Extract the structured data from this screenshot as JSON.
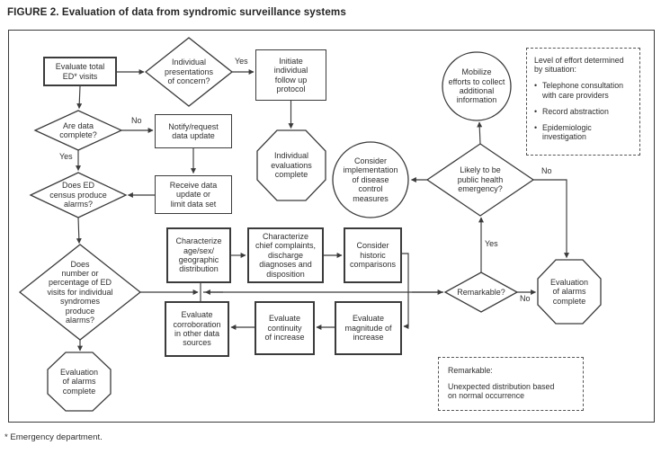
{
  "palette": {
    "ink": "#2e2e2e",
    "line": "#3b3b3b",
    "background": "#ffffff"
  },
  "figure": {
    "title": "FIGURE 2. Evaluation of data from syndromic surveillance systems",
    "footnote": "* Emergency department."
  },
  "nodes": {
    "evaluate_total": "Evaluate total\nED* visits",
    "individual_presentations": "Individual\npresentations\nof concern?",
    "initiate_followup": "Initiate\nindividual\nfollow up\nprotocol",
    "individual_evaluations_complete": "Individual\nevaluations\ncomplete",
    "are_data_complete": "Are data\ncomplete?",
    "notify_request": "Notify/request\ndata update",
    "receive_data": "Receive data\nupdate or\nlimit data set",
    "does_ed_census": "Does ED\ncensus produce\nalarms?",
    "does_number": "Does\nnumber or\npercentage of ED\nvisits for individual\nsyndromes\nproduce\nalarms?",
    "evaluation_alarms_complete_left": "Evaluation\nof alarms\ncomplete",
    "characterize_age": "Characterize\nage/sex/\ngeographic\ndistribution",
    "characterize_chief": "Characterize\nchief complaints,\ndischarge\ndiagnoses and\ndisposition",
    "consider_historic": "Consider\nhistoric\ncomparisons",
    "evaluate_corroboration": "Evaluate\ncorroboration\nin other data\nsources",
    "evaluate_continuity": "Evaluate\ncontinuity\nof increase",
    "evaluate_magnitude": "Evaluate\nmagnitude of\nincrease",
    "mobilize": "Mobilize\nefforts to collect\nadditional\ninformation",
    "consider_implementation": "Consider\nimplementation\nof disease\ncontrol\nmeasures",
    "likely_emergency": "Likely to be\npublic health\nemergency?",
    "remarkable": "Remarkable?",
    "evaluation_alarms_complete_right": "Evaluation\nof alarms\ncomplete"
  },
  "edge_labels": {
    "yes_presentations": "Yes",
    "no_data_complete": "No",
    "yes_data_complete": "Yes",
    "no_emergency": "No",
    "yes_remarkable": "Yes",
    "no_remarkable": "No"
  },
  "notes": {
    "level_of_effort": {
      "title": "Level of effort determined\nby situation:",
      "bullet_glyph": "•",
      "bullets": [
        "Telephone consultation\nwith care providers",
        "Record abstraction",
        "Epidemiologic\ninvestigation"
      ]
    },
    "remarkable_note": {
      "title": "Remarkable:",
      "body": "Unexpected distribution based\non normal occurrence"
    }
  }
}
